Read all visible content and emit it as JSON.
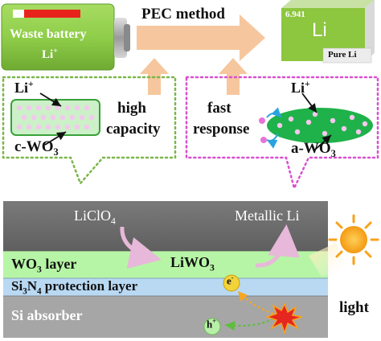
{
  "battery": {
    "label": "Waste battery",
    "ion": "Li",
    "ion_sup": "+"
  },
  "method": {
    "label": "PEC method"
  },
  "element": {
    "number": "6.941",
    "symbol": "Li",
    "caption": "Pure Li"
  },
  "left_panel": {
    "ion": "Li",
    "ion_sup": "+",
    "line1": "high",
    "line2": "capacity",
    "material_prefix": "c-WO",
    "material_sub": "3"
  },
  "right_panel": {
    "line1": "fast",
    "line2": "response",
    "ion": "Li",
    "ion_sup": "+",
    "material_prefix": "a-WO",
    "material_sub": "3"
  },
  "device": {
    "reactant_prefix": "LiClO",
    "reactant_sub": "4",
    "product": "Metallic Li",
    "wo3_prefix": "WO",
    "wo3_sub": "3",
    "wo3_suffix": " layer",
    "liwo3_prefix": "LiWO",
    "liwo3_sub": "3",
    "protection_si": "Si",
    "protection_sub1": "3",
    "protection_n": "N",
    "protection_sub2": "4",
    "protection_suffix": " protection layer",
    "absorber": "Si absorber",
    "electron": "e",
    "electron_sup": "-",
    "hole": "h",
    "hole_sup": "+"
  },
  "light": {
    "label": "light"
  },
  "colors": {
    "battery_green": "#8fce4a",
    "battery_cap": "#bfbfbf",
    "red_bar": "#e8231c",
    "arrow_orange": "#f6c79e",
    "li_block_front": "#8dc63f",
    "li_block_top": "#c8e2a6",
    "li_block_side": "#d9d9d9",
    "dotted_green": "#7ab648",
    "dotted_magenta": "#d94fd1",
    "dark_band": "#6c6c6c",
    "wo3_layer": "#b7f5a6",
    "si3n4_layer": "#b9d9f3",
    "si_layer": "#a6a6a6",
    "sun_orange": "#f7a21b",
    "blast_red": "#e52720"
  }
}
